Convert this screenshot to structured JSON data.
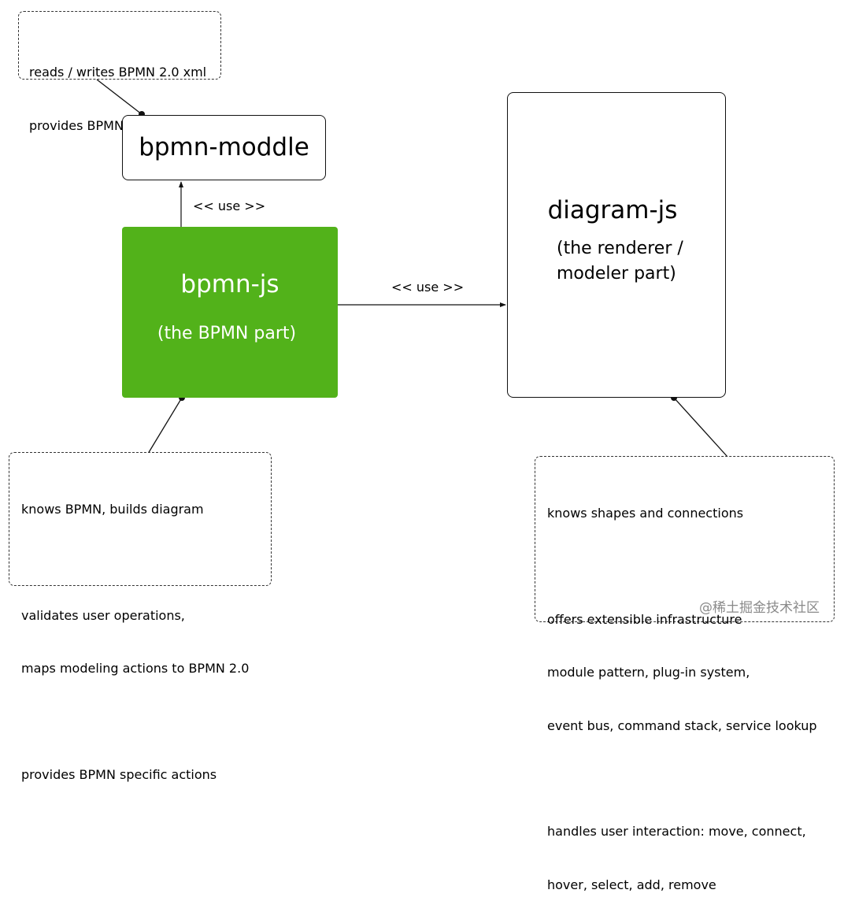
{
  "nodes": {
    "bpmn_moddle": {
      "label": "bpmn-moddle"
    },
    "bpmn_js": {
      "label": "bpmn-js",
      "sublabel": "(the BPMN part)"
    },
    "diagram_js": {
      "label": "diagram-js",
      "sublabel_lines": [
        "(the renderer /",
        "modeler part)"
      ]
    }
  },
  "edges": {
    "use_moddle": {
      "label": "<< use >>"
    },
    "use_diagram": {
      "label": "<< use >>"
    }
  },
  "notes": {
    "moddle": {
      "lines": [
        "reads / writes BPMN 2.0 xml",
        "provides BPMN meta-model"
      ]
    },
    "bpmn_js": {
      "lines": [
        "knows BPMN, builds diagram",
        "",
        "validates user operations,",
        "maps modeling actions to BPMN 2.0",
        "",
        "provides BPMN specific actions"
      ]
    },
    "diagram_js": {
      "lines": [
        "knows shapes and connections",
        "",
        "offers extensible infrastructure",
        "module pattern, plug-in system,",
        "event bus, command stack, service lookup",
        "",
        "handles user interaction: move, connect,",
        "hover, select, add, remove"
      ]
    }
  },
  "colors": {
    "bpmn_js_fill": "#52b21a",
    "line": "#111111"
  },
  "watermark": "@稀土掘金技术社区"
}
